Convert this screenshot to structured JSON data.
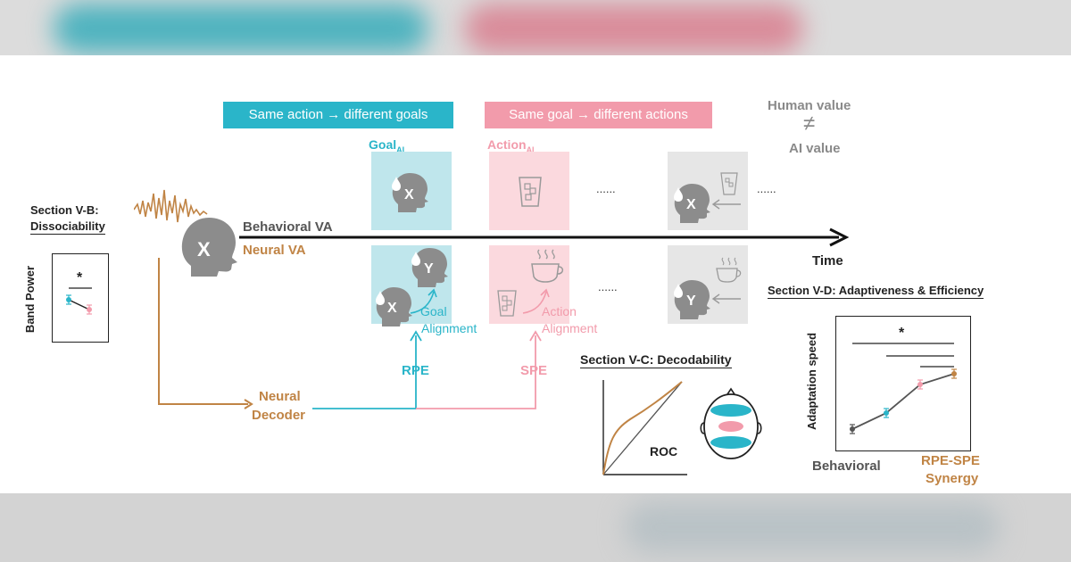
{
  "colors": {
    "teal": "#2ab5c9",
    "pink": "#f29bab",
    "bronze": "#c08445",
    "gray": "#8a8a8a",
    "head": "#8c8c8c",
    "teal_box": "#bfe6ec",
    "pink_box": "#fbd9de",
    "gray_box": "#e6e6e6"
  },
  "banners": {
    "same_action": "Same action → different goals",
    "same_goal": "Same goal → different actions"
  },
  "human_ai": {
    "human": "Human value",
    "neq": "≠",
    "ai": "AI value"
  },
  "section_vb": {
    "title_line1": "Section V-B:",
    "title_line2": "Dissociability",
    "ylabel": "Band Power",
    "sig": "*"
  },
  "heads": {
    "main": "X",
    "goal_top": "X",
    "goal_bottom_x": "X",
    "goal_bottom_y": "Y",
    "gray_top": "X",
    "gray_bottom": "Y"
  },
  "labels": {
    "goal": "Goal",
    "goal_sub": "AI",
    "action": "Action",
    "action_sub": "AI",
    "behavioral_va": "Behavioral VA",
    "neural_va": "Neural VA",
    "time": "Time",
    "goal_alignment_1": "Goal",
    "goal_alignment_2": "Alignment",
    "action_alignment_1": "Action",
    "action_alignment_2": "Alignment",
    "rpe": "RPE",
    "spe": "SPE",
    "neural_decoder_1": "Neural",
    "neural_decoder_2": "Decoder",
    "ellipsis": "......"
  },
  "section_vc": {
    "title": "Section V-C: Decodability",
    "roc": "ROC"
  },
  "section_vd": {
    "title": "Section V-D: Adaptiveness & Efficiency",
    "ylabel": "Adaptation speed",
    "sig": "*",
    "left_label": "Behavioral",
    "right_label_1": "RPE-SPE",
    "right_label_2": "Synergy"
  }
}
